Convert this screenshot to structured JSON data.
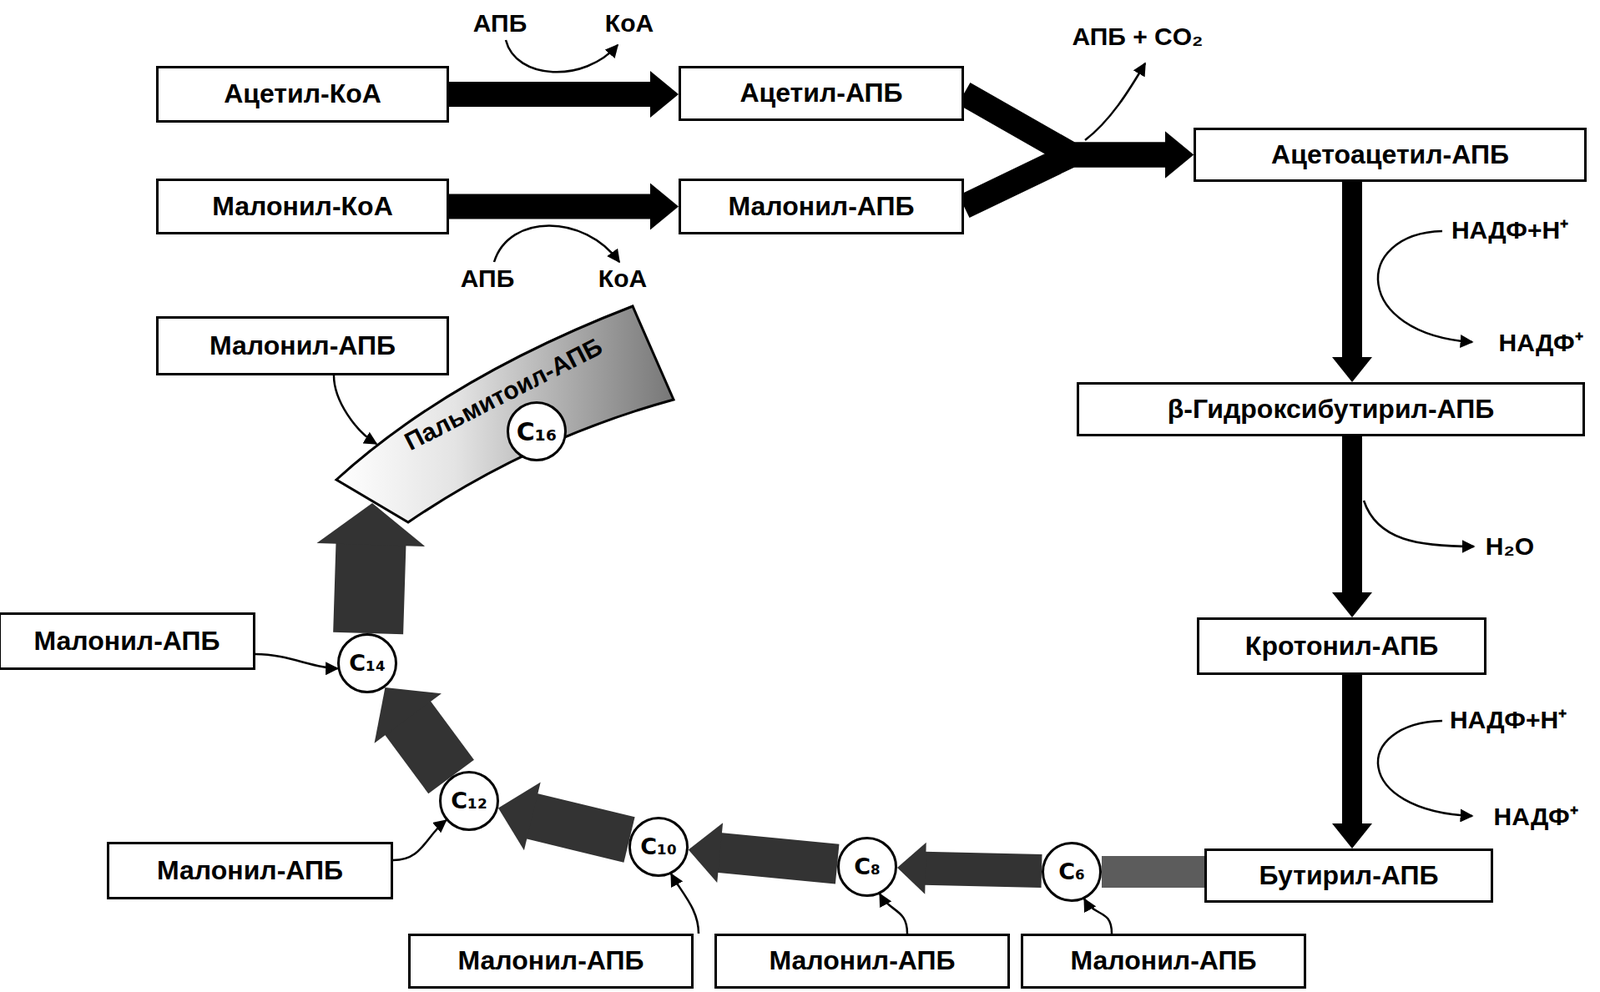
{
  "diagram": {
    "nodes": [
      {
        "text": [
          "Ацетил-КоА"
        ]
      },
      {
        "text": [
          "Ацетил-АПБ"
        ]
      },
      {
        "text": [
          "Малонил-КоА"
        ]
      },
      {
        "text": [
          "Малонил-АПБ"
        ]
      },
      {
        "text": [
          "Ацетоацетил-АПБ"
        ]
      },
      {
        "text": [
          "β-Гидроксибутирил-АПБ"
        ]
      },
      {
        "text": [
          "Кротонил-АПБ"
        ]
      },
      {
        "text": [
          "Бутирил-АПБ"
        ]
      },
      {
        "text": [
          "Малонил-АПБ"
        ]
      },
      {
        "text": [
          "Пальмитоил-АПБ"
        ]
      },
      {
        "text": [
          "C₁₆"
        ],
        "in": 9
      },
      {
        "text": [
          "Малонил-АПБ"
        ]
      },
      {
        "text": [
          "C₁₄"
        ]
      },
      {
        "text": [
          "Малонил-АПБ"
        ]
      },
      {
        "text": [
          "C₁₂"
        ]
      },
      {
        "text": [
          "C₁₀"
        ]
      },
      {
        "text": [
          "C₈"
        ]
      },
      {
        "text": [
          "C₆"
        ]
      },
      {
        "text": [
          "Малонил-АПБ"
        ]
      },
      {
        "text": [
          "Малонил-АПБ"
        ]
      },
      {
        "text": [
          "Малонил-АПБ"
        ]
      }
    ],
    "edges": [
      {
        "from": 0,
        "to": 1,
        "arrow": "to"
      },
      {
        "from": 2,
        "to": 3,
        "arrow": "to"
      },
      {
        "from": 1,
        "to": 4,
        "arrow": "to"
      },
      {
        "from": 3,
        "to": 4,
        "arrow": "to"
      },
      {
        "from": 4,
        "to": 5,
        "arrow": "to"
      },
      {
        "from": 5,
        "to": 6,
        "arrow": "to"
      },
      {
        "from": 6,
        "to": 7,
        "arrow": "to"
      },
      {
        "from": 7,
        "to": 17,
        "arrow": "none"
      },
      {
        "from": 17,
        "to": 16,
        "arrow": "to"
      },
      {
        "from": 16,
        "to": 15,
        "arrow": "to"
      },
      {
        "from": 15,
        "to": 14,
        "arrow": "to"
      },
      {
        "from": 14,
        "to": 12,
        "arrow": "to"
      },
      {
        "from": 12,
        "to": 9,
        "arrow": "to"
      },
      {
        "from": 20,
        "to": 17,
        "arrow": "to"
      },
      {
        "from": 19,
        "to": 16,
        "arrow": "to"
      },
      {
        "from": 18,
        "to": 15,
        "arrow": "to"
      },
      {
        "from": 13,
        "to": 14,
        "arrow": "to"
      },
      {
        "from": 11,
        "to": 12,
        "arrow": "to"
      },
      {
        "from": 8,
        "to": 9,
        "arrow": "to"
      }
    ],
    "labels": [
      "АПБ",
      "КоА",
      "АПБ + CO₂",
      "АПБ",
      "КоА",
      "НАДФ+Н⁺",
      "НАДФ⁺",
      "H₂O",
      "НАДФ+Н⁺",
      "НАДФ⁺"
    ]
  }
}
